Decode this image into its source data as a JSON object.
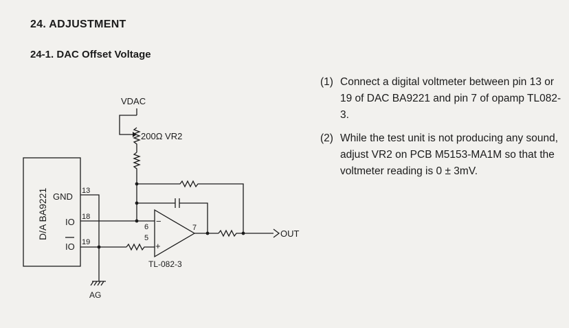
{
  "section_title": "24. ADJUSTMENT",
  "subsection_title": "24-1. DAC Offset Voltage",
  "steps": [
    {
      "num": "(1)",
      "text": "Connect a digital voltmeter between pin 13 or 19 of DAC BA9221 and pin 7 of opamp TL082-3."
    },
    {
      "num": "(2)",
      "text": "While the test unit is not producing any sound, adjust VR2 on PCB M5153-MA1M so that the voltmeter reading is 0 ± 3mV."
    }
  ],
  "circuit": {
    "vdac_label": "VDAC",
    "vr2_label": "200Ω VR2",
    "dac_name": "D/A BA9221",
    "pin_gnd": "GND",
    "pin_io": "IO",
    "pin_io_bar": "IO",
    "pin13": "13",
    "pin18": "18",
    "pin19": "19",
    "opamp_pin6": "6",
    "opamp_pin5": "5",
    "opamp_pin7": "7",
    "minus": "−",
    "plus": "+",
    "opamp_label": "TL-082-3",
    "out_label": "OUT",
    "ground_label": "AG"
  }
}
